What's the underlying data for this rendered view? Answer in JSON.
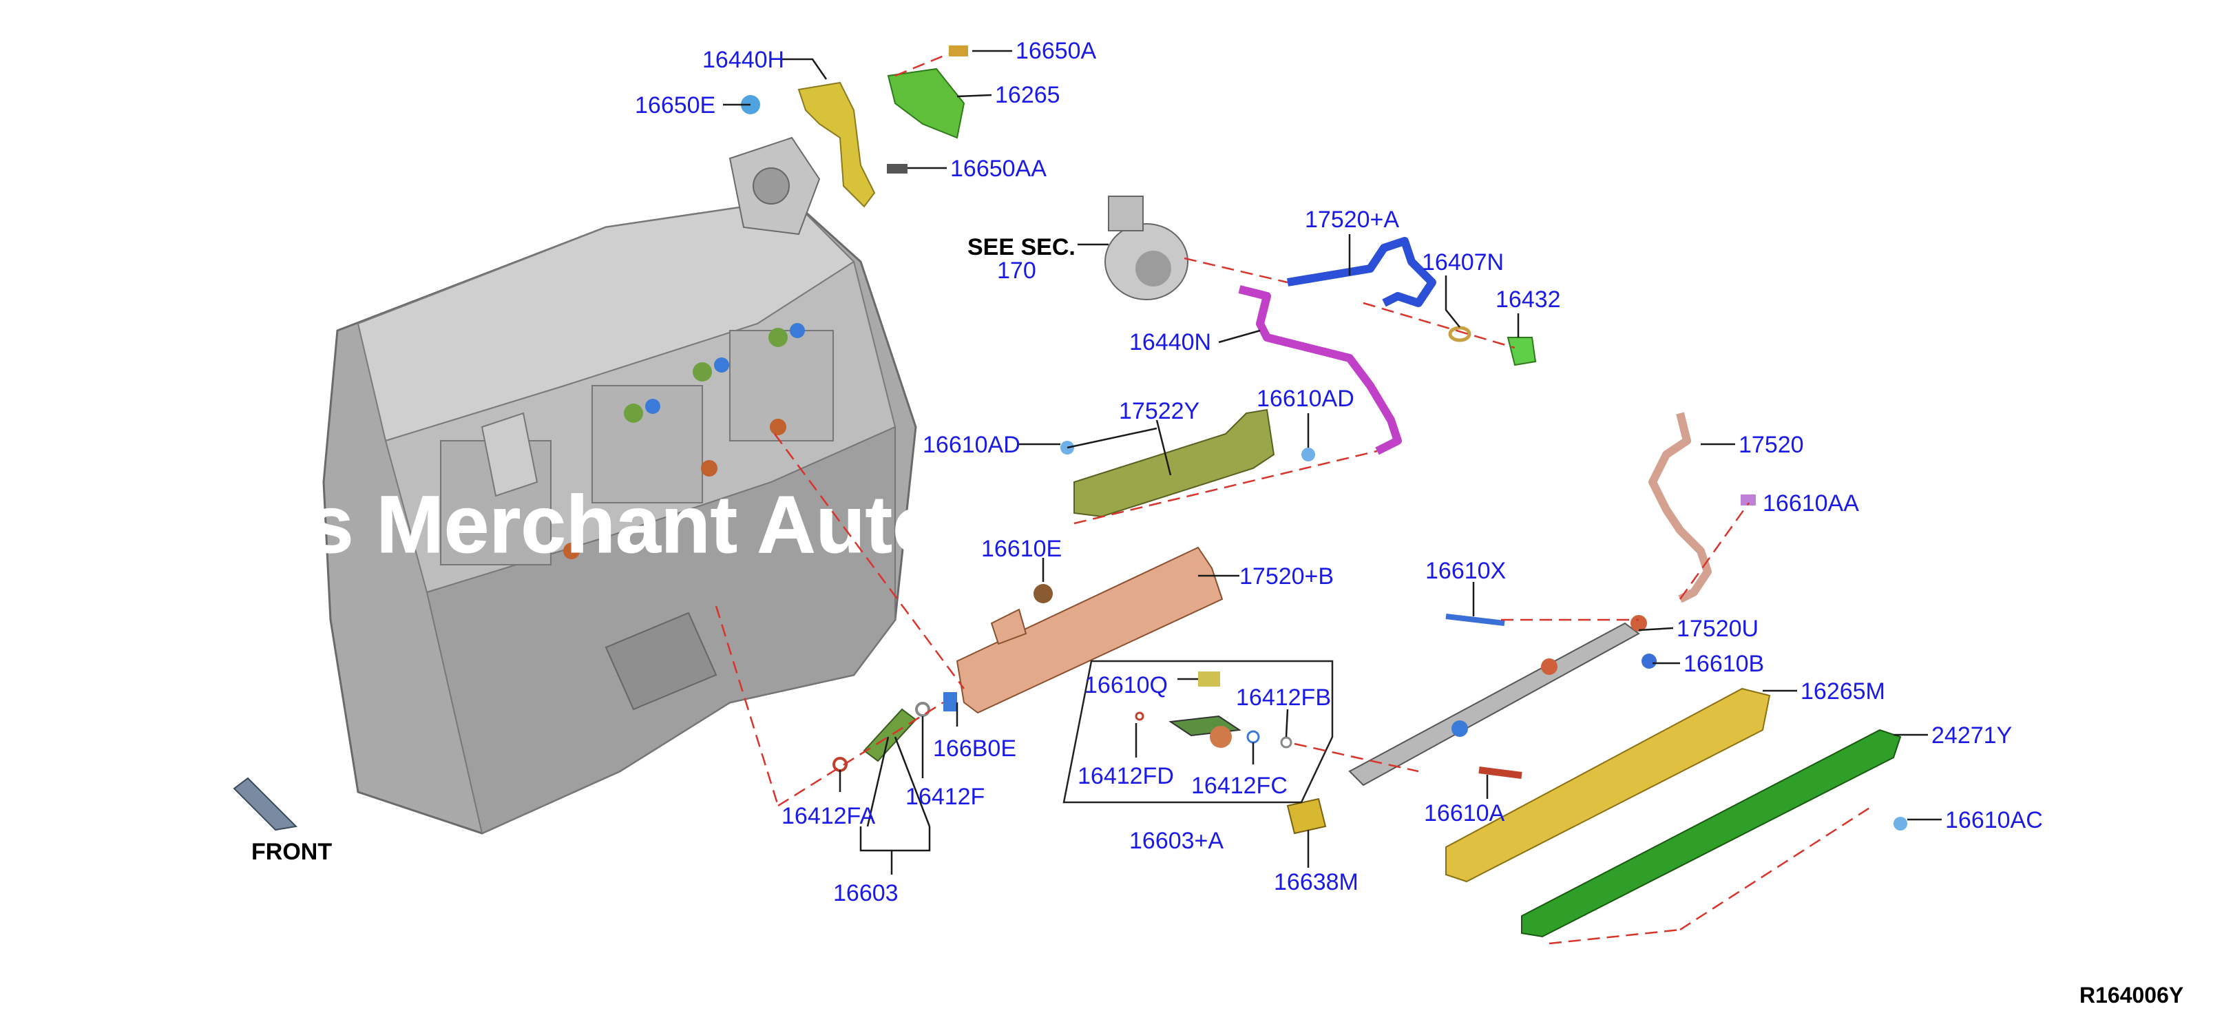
{
  "diagram": {
    "ref_code": "R164006Y",
    "front_label": "FRONT",
    "see_sec_label": "SEE SEC.",
    "see_sec_number": "170",
    "watermark": "s Merchant Autopartes",
    "colors": {
      "label": "#1a1ae6",
      "leader": "#1a1a1a",
      "dash": "#d9342b",
      "engine": "#b9b9b9",
      "fuel_rail": "#e2a98a",
      "bracket_yellow": "#d8c23a",
      "cover_green": "#5fbf3a",
      "hose_purple": "#c040c8",
      "hose_blue": "#2b4fd6",
      "gasket_olive": "#9aa64a"
    },
    "parts": {
      "p16440H": "16440H",
      "p16650A": "16650A",
      "p16650E": "16650E",
      "p16265": "16265",
      "p16650AA": "16650AA",
      "p17520A": "17520+A",
      "p16407N": "16407N",
      "p16432": "16432",
      "p16440N": "16440N",
      "p17522Y": "17522Y",
      "p16610AD_1": "16610AD",
      "p16610AD_2": "16610AD",
      "p16610E": "16610E",
      "p17520B": "17520+B",
      "p17520": "17520",
      "p16610AA": "16610AA",
      "p16610X": "16610X",
      "p17520U": "17520U",
      "p16610B": "16610B",
      "p16265M": "16265M",
      "p24271Y": "24271Y",
      "p16610AC": "16610AC",
      "p16610A": "16610A",
      "p16638M": "16638M",
      "p16610Q": "16610Q",
      "p16412FB": "16412FB",
      "p16412FD": "16412FD",
      "p16412FC": "16412FC",
      "p16603A": "16603+A",
      "p166B0E": "166B0E",
      "p16412F": "16412F",
      "p16412FA": "16412FA",
      "p16603": "16603"
    }
  }
}
